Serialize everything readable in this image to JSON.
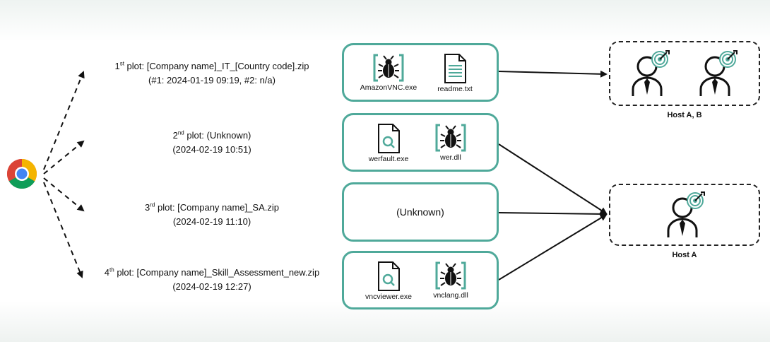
{
  "browser": {
    "icon": "chrome-icon"
  },
  "plots": [
    {
      "ord": "1",
      "sup": "st",
      "text": " plot: [Company name]_IT_[Country code].zip",
      "date": "(#1: 2024-01-19 09:19, #2: n/a)"
    },
    {
      "ord": "2",
      "sup": "nd",
      "text": " plot: (Unknown)",
      "date": "(2024-02-19 10:51)"
    },
    {
      "ord": "3",
      "sup": "rd",
      "text": " plot: [Company name]_SA.zip",
      "date": "(2024-02-19 11:10)"
    },
    {
      "ord": "4",
      "sup": "th",
      "text": " plot: [Company name]_Skill_Assessment_new.zip",
      "date": "(2024-02-19 12:27)"
    }
  ],
  "payloads": [
    {
      "files": [
        {
          "name": "AmazonVNC.exe",
          "icon": "bug-icon"
        },
        {
          "name": "readme.txt",
          "icon": "document-icon"
        }
      ]
    },
    {
      "files": [
        {
          "name": "werfault.exe",
          "icon": "search-document-icon"
        },
        {
          "name": "wer.dll",
          "icon": "bug-icon"
        }
      ]
    },
    {
      "unknown": "(Unknown)"
    },
    {
      "files": [
        {
          "name": "vncviewer.exe",
          "icon": "search-document-icon"
        },
        {
          "name": "vnclang.dll",
          "icon": "bug-icon"
        }
      ]
    }
  ],
  "hosts": [
    {
      "label": "Host A, B",
      "victims": 2
    },
    {
      "label": "Host A",
      "victims": 1
    }
  ],
  "colors": {
    "accent": "#4fa99a",
    "line": "#111111"
  }
}
